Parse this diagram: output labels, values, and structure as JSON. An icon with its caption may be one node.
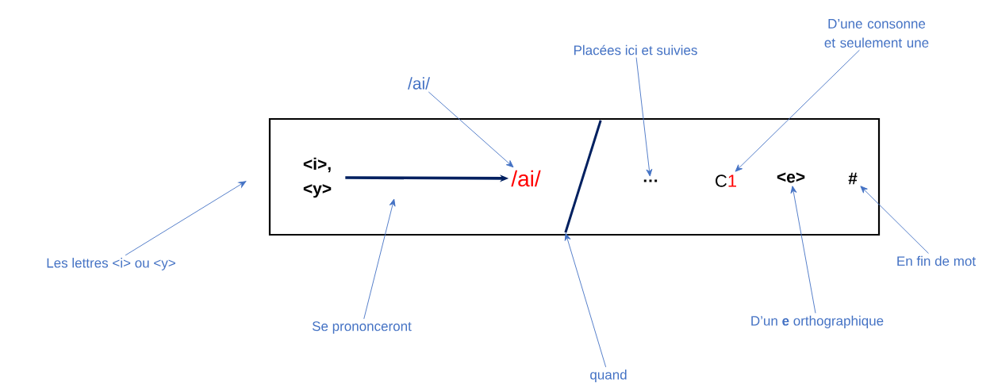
{
  "diagram": {
    "nodes": [
      {
        "text": [],
        "shape": "box"
      },
      {
        "text": [
          "<i>,",
          "<y>"
        ],
        "in": 0
      },
      {
        "text": [
          "/ai/"
        ],
        "in": 0
      },
      {
        "text": [],
        "shape": "line",
        "in": 0
      },
      {
        "text": [
          "…"
        ],
        "in": 0
      },
      {
        "text": [
          "C",
          "1"
        ],
        "in": 0
      },
      {
        "text": [
          "<e>"
        ],
        "in": 0
      },
      {
        "text": [
          "#"
        ],
        "in": 0
      },
      {
        "text": [
          "/ai/"
        ]
      },
      {
        "text": [
          "Placées ici et suivies"
        ]
      },
      {
        "text": [
          "D’une consonne et seulement une"
        ]
      },
      {
        "text": [
          "Les lettres <i> ou <y>"
        ]
      },
      {
        "text": [
          "Se prononceront"
        ]
      },
      {
        "text": [
          "quand"
        ]
      },
      {
        "text": [
          "D’un **e** orthographique"
        ]
      },
      {
        "text": [
          "En fin de mot"
        ]
      }
    ],
    "edges": [
      {
        "from": 1,
        "to": 2,
        "arrow": "to",
        "style": "thick",
        "color": "#002060"
      },
      {
        "from": 8,
        "to": 2,
        "arrow": "to"
      },
      {
        "from": 9,
        "to": 4,
        "arrow": "to"
      },
      {
        "from": 10,
        "to": 5,
        "arrow": "to"
      },
      {
        "from": 11,
        "to": 0,
        "arrow": "to"
      },
      {
        "from": 12,
        "to": null,
        "arrow": "to"
      },
      {
        "from": 13,
        "to": 3,
        "arrow": "to"
      },
      {
        "from": 14,
        "to": 6,
        "arrow": "to"
      },
      {
        "from": 15,
        "to": 7,
        "arrow": "to"
      }
    ]
  }
}
